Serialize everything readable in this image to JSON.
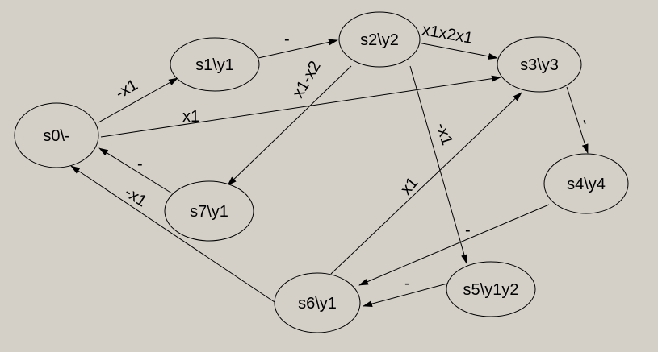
{
  "diagram": {
    "states": [
      {
        "id": "s0",
        "label": "s0\\-"
      },
      {
        "id": "s1",
        "label": "s1\\y1"
      },
      {
        "id": "s2",
        "label": "s2\\y2"
      },
      {
        "id": "s3",
        "label": "s3\\y3"
      },
      {
        "id": "s4",
        "label": "s4\\y4"
      },
      {
        "id": "s5",
        "label": "s5\\y1y2"
      },
      {
        "id": "s6",
        "label": "s6\\y1"
      },
      {
        "id": "s7",
        "label": "s7\\y1"
      }
    ],
    "transitions": [
      {
        "id": "s0-s1",
        "from": "s0",
        "to": "s1",
        "label": "-x1"
      },
      {
        "id": "s0-s3",
        "from": "s0",
        "to": "s3",
        "label": "x1"
      },
      {
        "id": "s1-s2",
        "from": "s1",
        "to": "s2",
        "label": "-"
      },
      {
        "id": "s2-s3",
        "from": "s2",
        "to": "s3",
        "label": "x1x2x1"
      },
      {
        "id": "s2-s7",
        "from": "s2",
        "to": "s7",
        "label": "x1-x2"
      },
      {
        "id": "s2-s5",
        "from": "s2",
        "to": "s5",
        "label": "-x1"
      },
      {
        "id": "s3-s4",
        "from": "s3",
        "to": "s4",
        "label": "-"
      },
      {
        "id": "s4-s6",
        "from": "s4",
        "to": "s6",
        "label": "-"
      },
      {
        "id": "s5-s6",
        "from": "s5",
        "to": "s6",
        "label": "-"
      },
      {
        "id": "s6-s3",
        "from": "s6",
        "to": "s3",
        "label": "x1"
      },
      {
        "id": "s6-s0",
        "from": "s6",
        "to": "s0",
        "label": "-x1"
      },
      {
        "id": "s7-s0",
        "from": "s7",
        "to": "s0",
        "label": "-"
      }
    ]
  },
  "colors": {
    "background": "#d4d0c8",
    "stroke": "#000000",
    "text": "#000000"
  }
}
